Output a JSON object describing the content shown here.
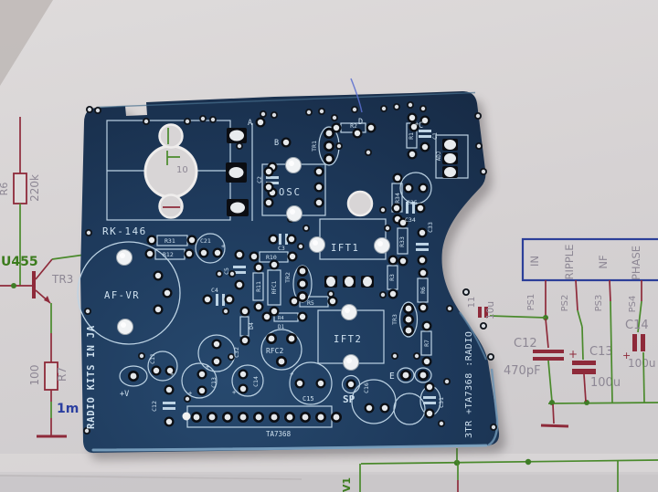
{
  "pcb": {
    "board_code": "RK-146",
    "brand": "RADIO KITS IN JA",
    "model": "3TR +TA7368 :RADIO",
    "ic": "TA7368",
    "pot": "AF-VR",
    "osc": "OSC",
    "ift1": "IFT1",
    "ift2": "IFT2",
    "rfc2": "RFC2",
    "plus": "+",
    "terminals": {
      "a": "A",
      "b": "B",
      "c": "C",
      "d": "D",
      "e": "E",
      "sp": "SP",
      "vplus": "+V",
      "adj": "ADJ"
    },
    "refs": {
      "r1": "R1",
      "r2": "R2",
      "r3": "R3",
      "r4": "R4",
      "r5": "R5",
      "r6": "R6",
      "r7": "R7",
      "r10": "R10",
      "r11": "R11",
      "r12": "R12",
      "r31": "R31",
      "r33": "R33",
      "r34": "R34",
      "c1": "C1",
      "c2": "C2",
      "c3": "C3",
      "c4": "C4",
      "c5": "C5",
      "c11": "C11",
      "c12": "C12",
      "c13": "C13",
      "c14": "C14",
      "c15": "C15",
      "c16": "C16",
      "c21": "C21",
      "c31": "C31",
      "c32": "C32",
      "c33": "C33",
      "c34": "C34",
      "c35": "C35",
      "d1": "D1",
      "d4": "D4",
      "tr1": "TR1",
      "tr2": "TR2",
      "tr3": "TR3",
      "rfc1": "RFC1"
    }
  },
  "paper": {
    "through_hole": "10",
    "left": {
      "r6": "R6",
      "r6_val": "220k",
      "ic": "U455",
      "tr3": "TR3",
      "r7": "R7",
      "r7_val": "100",
      "node": "1m"
    },
    "right": {
      "headers": [
        "IN",
        "RIPPLE",
        "NF",
        "PHASE"
      ],
      "ps": [
        "PS1",
        "PS2",
        "PS3",
        "PS4"
      ],
      "c12": "C12",
      "c12_val": "470pF",
      "c13": "C13",
      "c13_val": "100u",
      "c14": "C14",
      "c14_val": "100u",
      "cap_partial": "11",
      "cap_val": "10u"
    },
    "bottom": {
      "node": "V1"
    }
  },
  "colors": {
    "paper": "#d6d2d3",
    "board": "#1c3452",
    "silkscreen": "#c4d8e8",
    "wire_green": "#4a8a2c",
    "wire_red": "#8e2a3a",
    "label_gray": "#8d8794",
    "text_green": "#3c7c1e",
    "text_blue": "#2b3fa0",
    "box_blue": "#2c3f99"
  }
}
